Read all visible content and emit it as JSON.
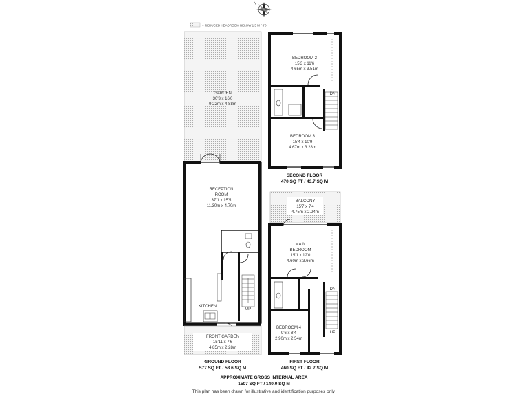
{
  "compass": {
    "label": "N",
    "icon": "compass-rose-icon"
  },
  "legend": {
    "text": "= REDUCED HEADROOM BELOW 1.5 M / 5'0"
  },
  "rooms": {
    "garden": {
      "name": "GARDEN",
      "imperial": "30'3 x 16'0",
      "metric": "9.22m x 4.88m"
    },
    "reception": {
      "name1": "RECEPTION",
      "name2": "ROOM",
      "imperial": "37'1 x 15'5",
      "metric": "11.30m x 4.70m"
    },
    "kitchen": {
      "name": "KITCHEN"
    },
    "front_garden": {
      "name": "FRONT GARDEN",
      "imperial": "15'11 x 7'6",
      "metric": "4.85m x 2.28m"
    },
    "bedroom2": {
      "name": "BEDROOM 2",
      "imperial": "15'3 x 11'6",
      "metric": "4.65m x 3.51m"
    },
    "bedroom3": {
      "name": "BEDROOM 3",
      "imperial": "15'4 x 10'9",
      "metric": "4.67m x 3.28m"
    },
    "balcony": {
      "name": "BALCONY",
      "imperial": "15'7 x 7'4",
      "metric": "4.75m x 2.24m"
    },
    "main_bedroom": {
      "name1": "MAIN",
      "name2": "BEDROOM",
      "imperial": "15'1 x 12'0",
      "metric": "4.60m x 3.66m"
    },
    "bedroom4": {
      "name": "BEDROOM 4",
      "imperial": "9'6 x 8'4",
      "metric": "2.90m x 2.54m"
    }
  },
  "stair_labels": {
    "dn": "DN",
    "up": "UP"
  },
  "floors": {
    "ground": {
      "name": "GROUND FLOOR",
      "area": "577 SQ FT / 53.6 SQ M"
    },
    "first": {
      "name": "FIRST FLOOR",
      "area": "460 SQ FT / 42.7 SQ M"
    },
    "second": {
      "name": "SECOND FLOOR",
      "area": "470 SQ FT / 43.7 SQ M"
    }
  },
  "total": {
    "title": "APPROXIMATE GROSS INTERNAL AREA",
    "area": "1507 SQ FT / 140.0 SQ M"
  },
  "disclaimer": "This plan has been drawn for illustrative and identification purposes only."
}
